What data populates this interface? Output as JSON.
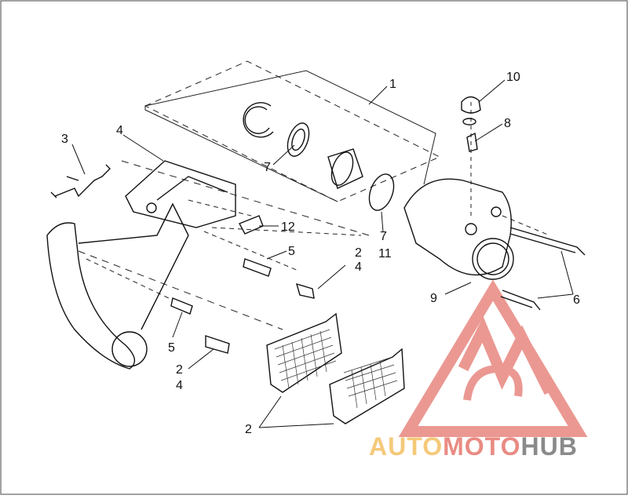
{
  "diagram": {
    "callouts": {
      "c1": "1",
      "c2_a": "2",
      "c2_b": "2",
      "c2_c": "2",
      "c3": "3",
      "c4_a": "4",
      "c4_b": "4",
      "c4_c": "4",
      "c5_a": "5",
      "c5_b": "5",
      "c6": "6",
      "c7_a": "7",
      "c7_b": "7",
      "c8": "8",
      "c9": "9",
      "c10": "10",
      "c11": "11",
      "c12": "12"
    }
  },
  "watermark": {
    "part1": "AUTO",
    "part2": "MOTO",
    "part3": "HUB",
    "color_auto": "#f5c97a",
    "color_moto": "#e98b83",
    "color_hub": "#8a8a8a",
    "logo_color": "#e8877f"
  }
}
